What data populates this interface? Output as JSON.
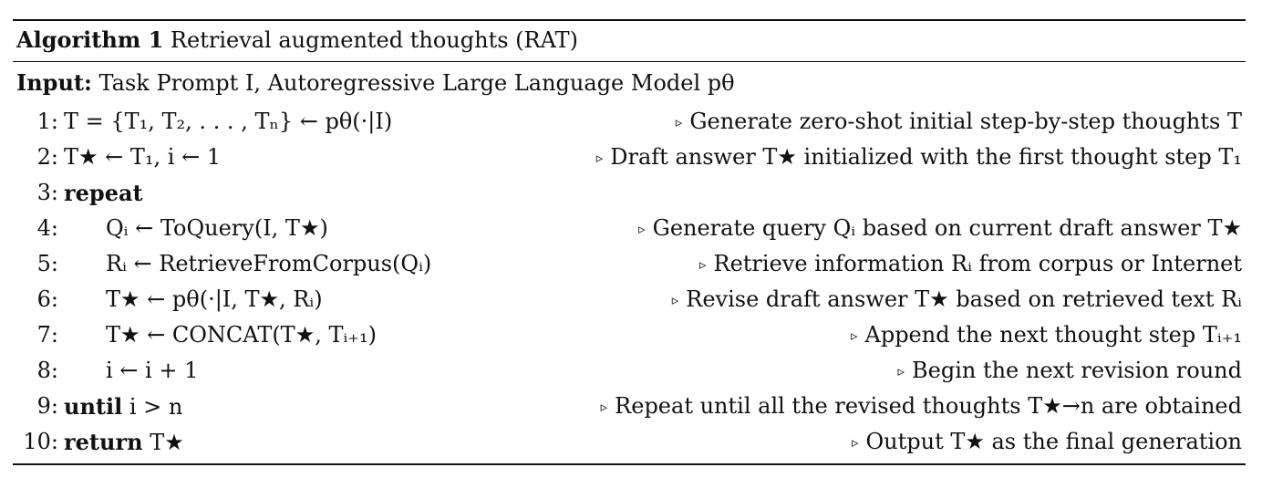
{
  "algorithm": {
    "label": "Algorithm 1",
    "title": "Retrieval augmented thoughts (RAT)"
  },
  "input": {
    "label": "Input:",
    "text": "Task Prompt I, Autoregressive Large Language Model pθ"
  },
  "comment_marker": "▹",
  "lines": [
    {
      "num": "1:",
      "indent": 0,
      "keyword": "",
      "statement": "T = {T₁, T₂, . . . , Tₙ} ← pθ(·|I)",
      "comment": "Generate zero-shot initial step-by-step thoughts T"
    },
    {
      "num": "2:",
      "indent": 0,
      "keyword": "",
      "statement": "T★ ← T₁, i ← 1",
      "comment": "Draft answer T★ initialized with the first thought step T₁"
    },
    {
      "num": "3:",
      "indent": 0,
      "keyword": "repeat",
      "statement": "",
      "comment": ""
    },
    {
      "num": "4:",
      "indent": 1,
      "keyword": "",
      "statement": "Qᵢ ← ToQuery(I, T★)",
      "comment": "Generate query Qᵢ based on current draft answer T★"
    },
    {
      "num": "5:",
      "indent": 1,
      "keyword": "",
      "statement": "Rᵢ ← RetrieveFromCorpus(Qᵢ)",
      "comment": "Retrieve information Rᵢ from corpus or Internet"
    },
    {
      "num": "6:",
      "indent": 1,
      "keyword": "",
      "statement": "T★ ← pθ(·|I, T★, Rᵢ)",
      "comment": "Revise draft answer T★ based on retrieved text Rᵢ"
    },
    {
      "num": "7:",
      "indent": 1,
      "keyword": "",
      "statement": "T★ ← CONCAT(T★, Tᵢ₊₁)",
      "comment": "Append the next thought step Tᵢ₊₁"
    },
    {
      "num": "8:",
      "indent": 1,
      "keyword": "",
      "statement": "i ← i + 1",
      "comment": "Begin the next revision round"
    },
    {
      "num": "9:",
      "indent": 0,
      "keyword": "until",
      "statement": "i > n",
      "comment": "Repeat until all the revised thoughts T★→n are obtained"
    },
    {
      "num": "10:",
      "indent": 0,
      "keyword": "return",
      "statement": "T★",
      "comment": "Output T★ as the final generation"
    }
  ]
}
